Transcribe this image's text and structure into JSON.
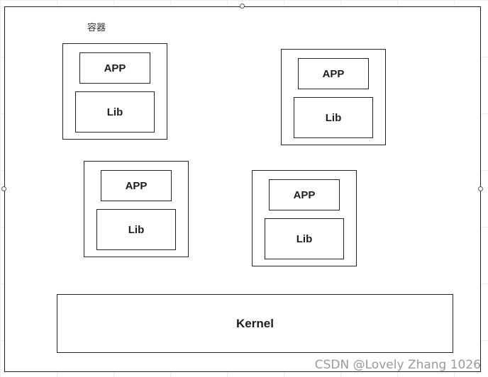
{
  "diagram": {
    "caption": "容器",
    "containers": [
      {
        "app": "APP",
        "lib": "Lib"
      },
      {
        "app": "APP",
        "lib": "Lib"
      },
      {
        "app": "APP",
        "lib": "Lib"
      },
      {
        "app": "APP",
        "lib": "Lib"
      }
    ],
    "kernel": "Kernel"
  },
  "watermark": "CSDN @Lovely Zhang 1026"
}
